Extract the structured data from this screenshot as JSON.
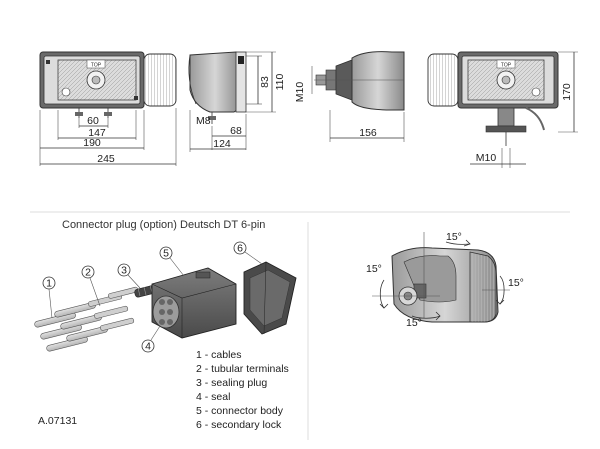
{
  "dimensions": {
    "d60": "60",
    "d147": "147",
    "d190": "190",
    "d245": "245",
    "d83": "83",
    "d110": "110",
    "m8": "M8",
    "d68": "68",
    "d124": "124",
    "m10_side": "M10",
    "d156": "156",
    "d170": "170",
    "m10_rear": "M10",
    "top_label_front": "TOP",
    "top_label_rear": "TOP"
  },
  "connector": {
    "title": "Connector plug (option) Deutsch DT 6-pin",
    "callouts": [
      "1",
      "2",
      "3",
      "4",
      "5",
      "6"
    ],
    "legend": [
      "1 - cables",
      "2 - tubular terminals",
      "3 - sealing plug",
      "4 - seal",
      "5 - connector body",
      "6 - secondary lock"
    ],
    "reference": "A.07131"
  },
  "adjustment": {
    "angle_top": "15°",
    "angle_left": "15°",
    "angle_right": "15°",
    "angle_bottom": "15°"
  },
  "colors": {
    "housing": "#c9c9c9",
    "housing_dark": "#8d8d8d",
    "lens": "#eeeeee",
    "rubber": "#444444",
    "divider": "#dddddd"
  }
}
